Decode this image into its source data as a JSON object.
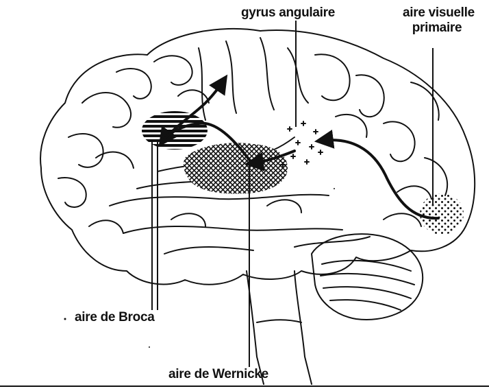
{
  "labels": {
    "gyrus_angulaire": "gyrus angulaire",
    "aire_visuelle_line1": "aire visuelle",
    "aire_visuelle_line2": "primaire",
    "aire_broca": "aire de Broca",
    "aire_wernicke": "aire de Wernicke"
  },
  "colors": {
    "ink": "#111111",
    "background": "#ffffff"
  }
}
